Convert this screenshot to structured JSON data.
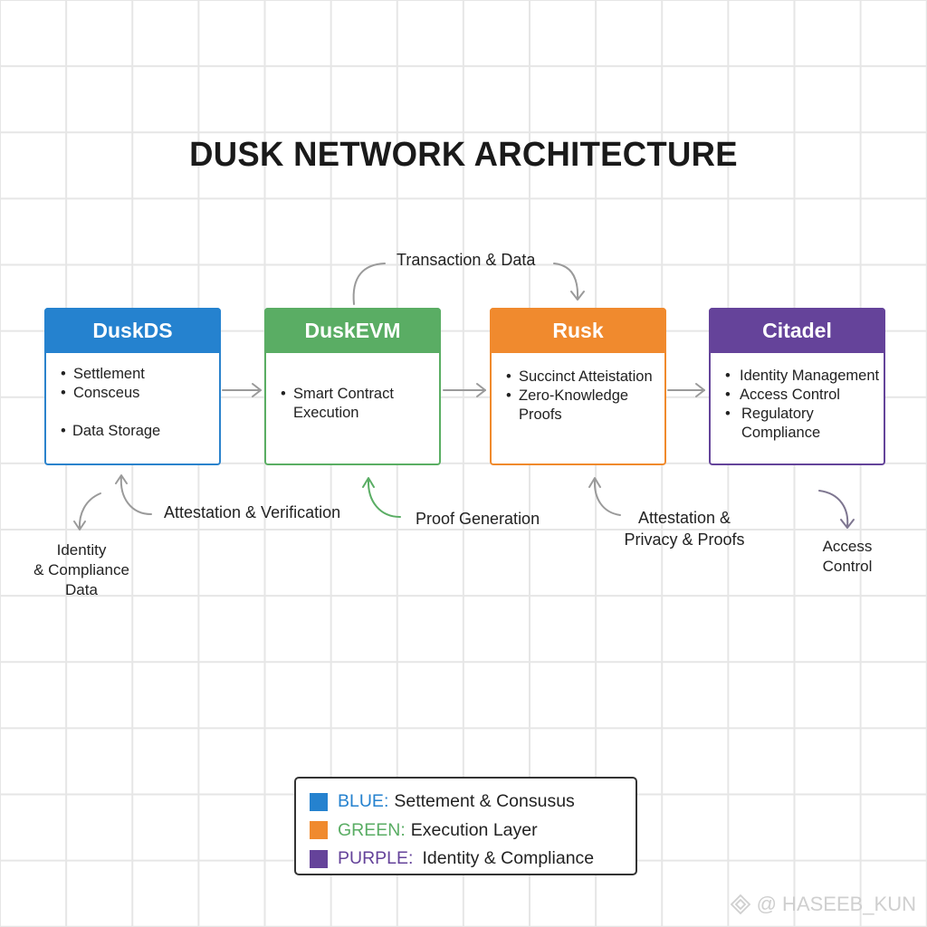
{
  "title": "DUSK NETWORK ARCHITECTURE",
  "components": [
    {
      "name": "DuskDS",
      "color": "#2582cf",
      "items": [
        "Settlement",
        "Consceus",
        "Data Storage"
      ]
    },
    {
      "name": "DuskEVM",
      "color": "#5aad64",
      "items": [
        "Smart Contract Execution"
      ]
    },
    {
      "name": "Rusk",
      "color": "#f08a2e",
      "items": [
        "Succinct Atteistation",
        "Zero-Knowledge Proofs"
      ]
    },
    {
      "name": "Citadel",
      "color": "#65439a",
      "items": [
        "Identity Management",
        "Access Control",
        "Regulatory Compliance"
      ]
    }
  ],
  "flows": {
    "top": "Transaction & Data",
    "attestation_verification": "Attestation & Verification",
    "proof_generation": "Proof Generation",
    "attestation_privacy_line1": "Attestation &",
    "attestation_privacy_line2": "Privacy & Proofs",
    "identity_line1": "Identity",
    "identity_line2": "& Compliance",
    "identity_line3": "Data",
    "access_line1": "Access",
    "access_line2": "Control"
  },
  "legend": [
    {
      "key": "BLUE:",
      "key_color": "#2582cf",
      "swatch": "#2582cf",
      "text": "Settement & Consusus"
    },
    {
      "key": "GREEN:",
      "key_color": "#5aad64",
      "swatch": "#f08a2e",
      "text": "Execution Layer"
    },
    {
      "key": "PURPLE:",
      "key_color": "#65439a",
      "swatch": "#65439a",
      "text": "Identity & Compliance"
    }
  ],
  "watermark": "@ HASEEB_KUN"
}
